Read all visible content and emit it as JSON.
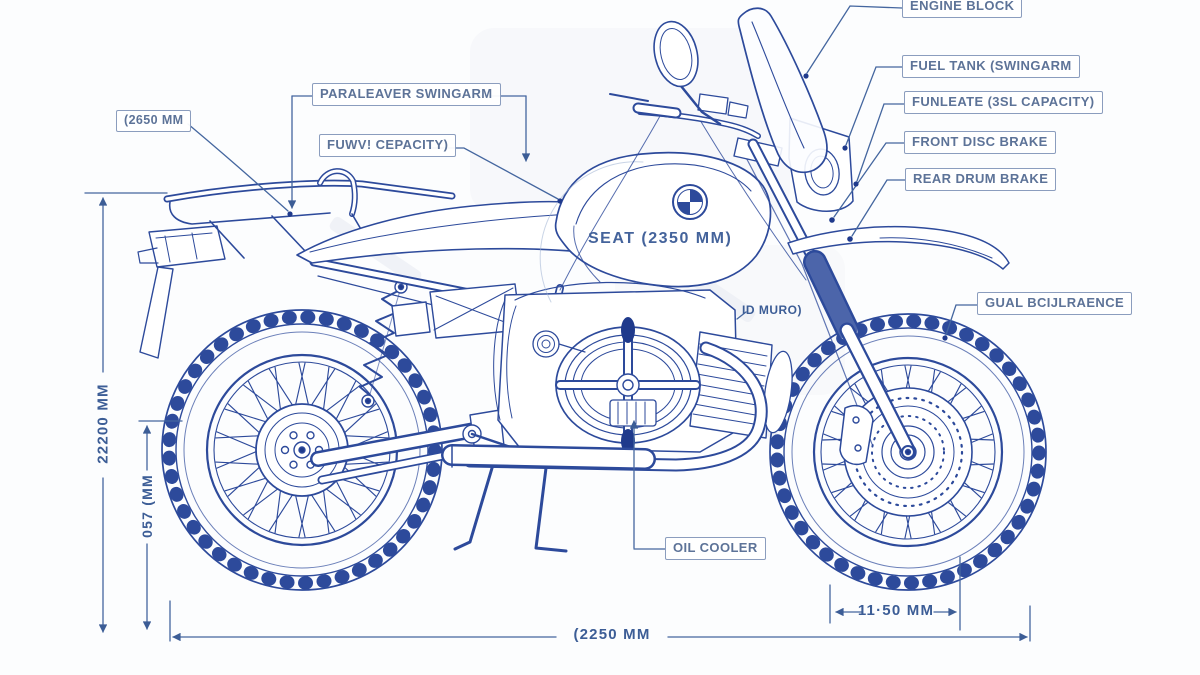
{
  "colors": {
    "line_blue": "#2d4a9b",
    "dark_blue_fill": "#1f3a8c",
    "dimension_blue": "#44669f",
    "label_text": "#5d7398",
    "label_border": "#8b9dbe",
    "background": "#fcfdfe"
  },
  "labels": {
    "engine_block": "ENGINE BLOCK",
    "fuel_tank": "FUEL TANK (SWINGARM",
    "fuel_capacity_right": "FUNLEATE (3SL CAPACITY)",
    "front_disc_brake": "FRONT DISC BRAKE",
    "rear_drum_brake": "REAR DRUM BRAKE",
    "ground_clearance": "GUAL BCIJLRAENCE",
    "paralever_swingarm": "PARALEAVER SWINGARM",
    "fuel_capacity_left": "FUWV! CEPACITY)",
    "oil_cooler": "OIL COOLER"
  },
  "dimensions": {
    "wheelbase_top": "(2650 MM",
    "seat": "SEAT (2350 MM)",
    "engine_note": "ID MURO)",
    "overall_height": "22200 MM",
    "seat_height": "057 (MM",
    "front_wheel": "11·50 MM",
    "overall_length": "(2250 MM"
  }
}
